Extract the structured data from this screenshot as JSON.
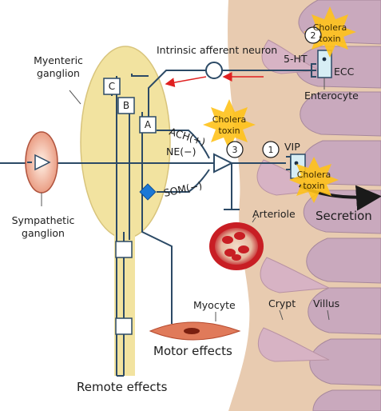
{
  "labels": {
    "myenteric_ganglion": [
      "Myenteric",
      "ganglion"
    ],
    "intrinsic_afferent_neuron": "Intrinsic afferent neuron",
    "five_ht": "5-HT",
    "ecc": "ECC",
    "enterocyte": "Enterocyte",
    "ach": "ACH(+)",
    "ne": "NE(−)",
    "som": "SOM(−)",
    "vip": "VIP",
    "secretion": "Secretion",
    "sympathetic_ganglion": [
      "Sympathetic",
      "ganglion"
    ],
    "arteriole": "Arteriole",
    "myocyte": "Myocyte",
    "crypt": "Crypt",
    "villus": "Villus",
    "motor_effects": "Motor effects",
    "remote_effects": "Remote effects"
  },
  "cholera_toxin": [
    "Cholera",
    "toxin"
  ],
  "interneuron_boxes": [
    "A",
    "B",
    "C"
  ],
  "step_numbers": [
    "1",
    "2",
    "3"
  ],
  "colors": {
    "nerve": "#2c4a66",
    "ganglion_fill": "#f2e3a0",
    "tissue": "#e8cbb0",
    "villus": "#c9a9bd",
    "feedback_arrow": "#e02020",
    "som_cell": "#1b78d6",
    "blood_cell": "#c81e24",
    "toxin_star": "#ffc21a"
  }
}
